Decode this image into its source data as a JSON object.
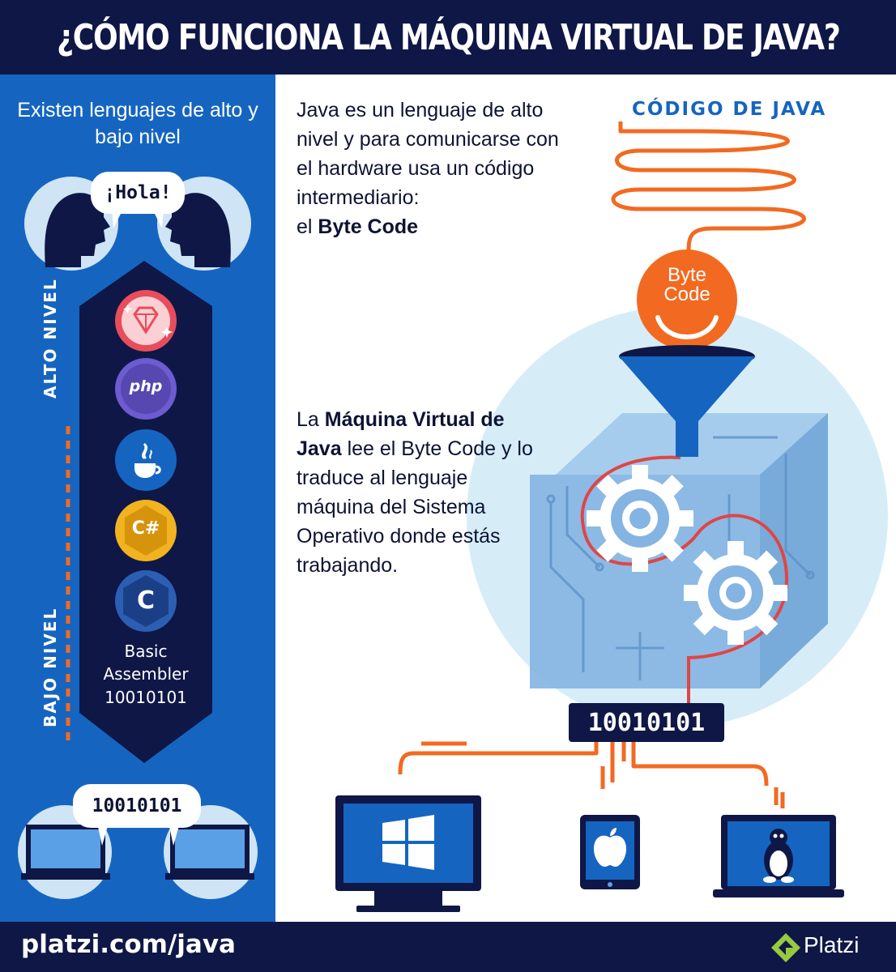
{
  "header": {
    "title": "¿CÓMO FUNCIONA LA MÁQUINA VIRTUAL DE JAVA?"
  },
  "left": {
    "intro": "Existen lenguajes de alto y bajo nivel",
    "greeting": "¡Hola!",
    "high_label": "ALTO NIVEL",
    "low_label": "BAJO NIVEL",
    "php_label": "php",
    "csharp_label": "C#",
    "c_label": "C",
    "low_languages": [
      "Basic",
      "Assembler",
      "10010101"
    ],
    "binary_bubble": "10010101"
  },
  "right": {
    "para1_pre": "Java es un lenguaje de alto nivel y para comunicarse con el hardware usa un código intermediario:",
    "para1_el": "el ",
    "para1_bold": "Byte Code",
    "para2_la": "La ",
    "para2_bold": "Máquina Virtual de Java",
    "para2_post": " lee el Byte Code y lo traduce al lenguaje máquina del Sistema Operativo donde estás trabajando.",
    "code_title": "CÓDIGO DE JAVA",
    "bytecode_line1": "Byte",
    "bytecode_line2": "Code",
    "binary_output": "10010101",
    "os_icons": [
      "windows-icon",
      "apple-icon",
      "linux-tux-icon"
    ]
  },
  "footer": {
    "url": "platzi.com/java",
    "brand": "Platzi"
  },
  "colors": {
    "navy": "#0f1747",
    "blue": "#1565c0",
    "orange": "#f26a21",
    "light_blue": "#d6edf8",
    "ruby": "#e84d5b",
    "php": "#6d5bd0",
    "csharp": "#f1b320",
    "c_blue": "#2c5fb3"
  }
}
